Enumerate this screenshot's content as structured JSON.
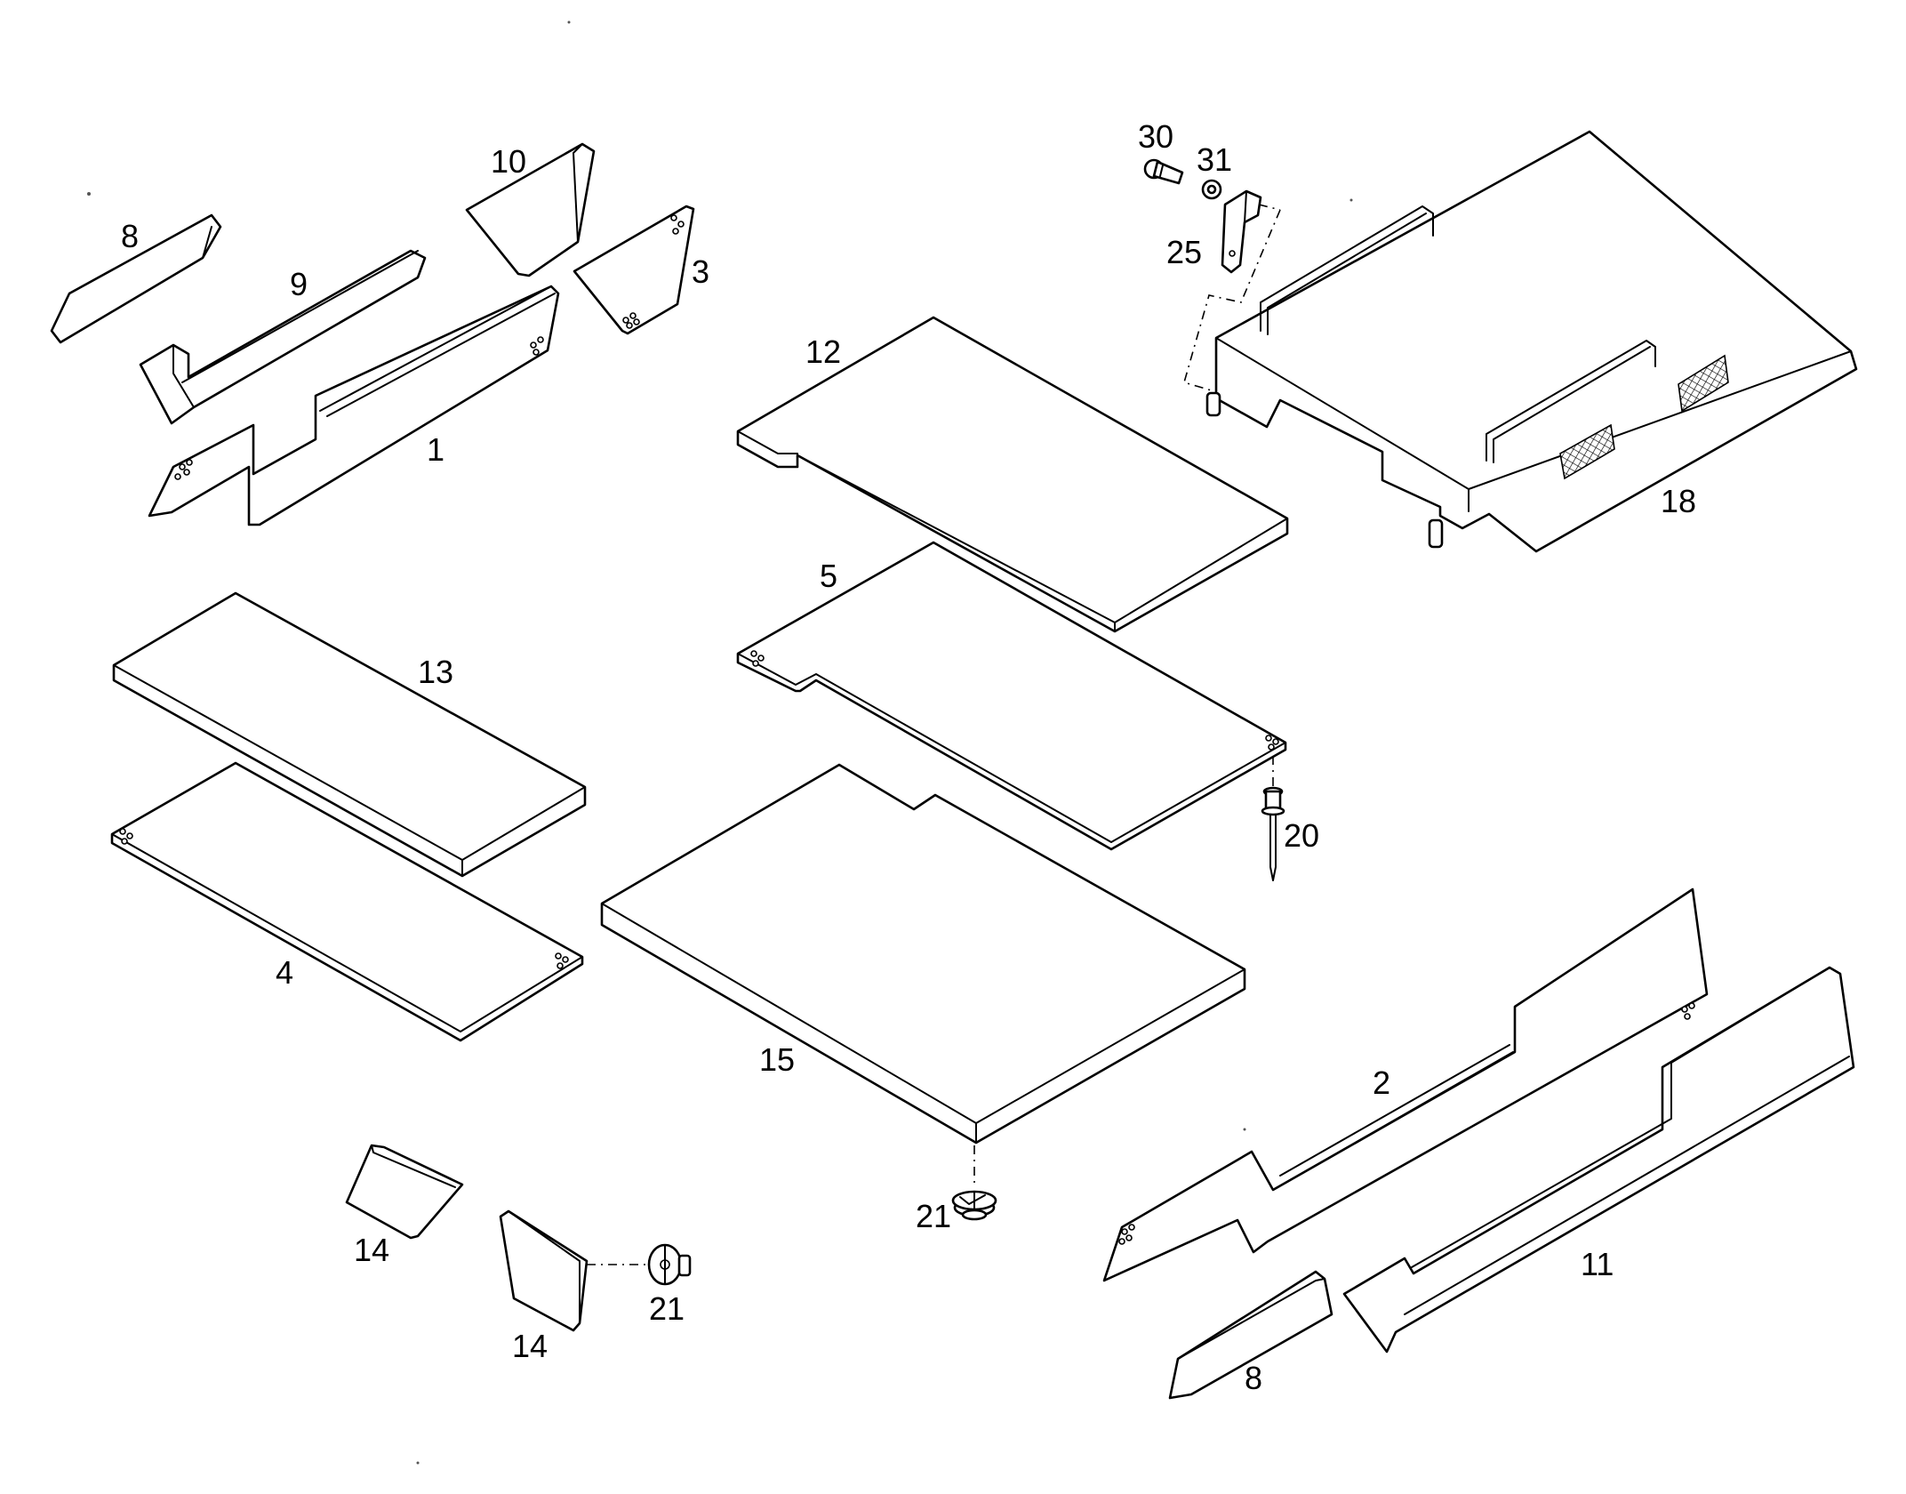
{
  "diagram": {
    "callouts": {
      "p1": "1",
      "p2": "2",
      "p3": "3",
      "p4": "4",
      "p5": "5",
      "p8a": "8",
      "p8b": "8",
      "p9": "9",
      "p10": "10",
      "p11": "11",
      "p12": "12",
      "p13": "13",
      "p14a": "14",
      "p14b": "14",
      "p15": "15",
      "p18": "18",
      "p20": "20",
      "p21a": "21",
      "p21b": "21",
      "p25": "25",
      "p30": "30",
      "p31": "31"
    }
  }
}
